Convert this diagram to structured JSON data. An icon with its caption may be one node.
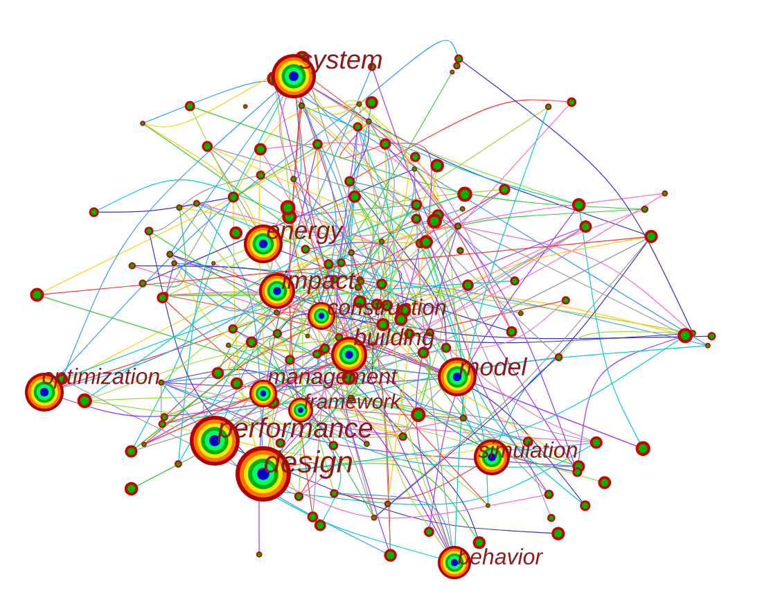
{
  "diagram": {
    "nodes": [
      {
        "text": [
          "system"
        ]
      },
      {
        "text": [
          "energy"
        ]
      },
      {
        "text": [
          "impact"
        ]
      },
      {
        "text": [
          "construction"
        ]
      },
      {
        "text": [
          "building"
        ]
      },
      {
        "text": [
          "model"
        ]
      },
      {
        "text": [
          "optimization"
        ]
      },
      {
        "text": [
          "management"
        ]
      },
      {
        "text": [
          "framework"
        ]
      },
      {
        "text": [
          "performance"
        ]
      },
      {
        "text": [
          "design"
        ]
      },
      {
        "text": [
          "simulation"
        ]
      },
      {
        "text": [
          "behavior"
        ]
      }
    ]
  }
}
